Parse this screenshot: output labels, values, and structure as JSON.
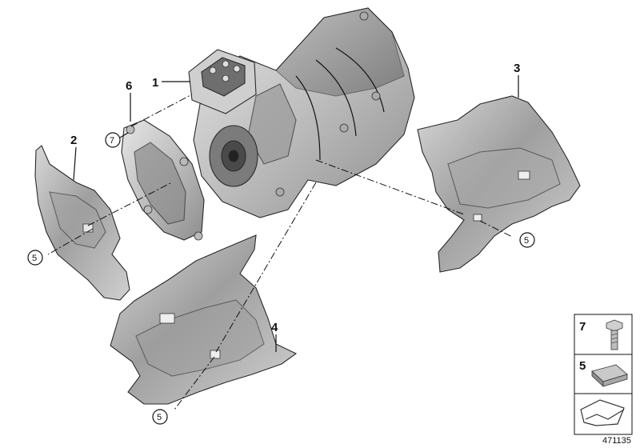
{
  "callouts": {
    "motor": "1",
    "shield_left": "2",
    "shield_right": "3",
    "shield_bottom": "4",
    "clip_left": "5",
    "clip_right": "5",
    "clip_bottom": "5",
    "cover": "6",
    "bolt": "7"
  },
  "legend": {
    "bolt_label": "7",
    "clip_label": "5"
  },
  "diagram_ref": "471135"
}
